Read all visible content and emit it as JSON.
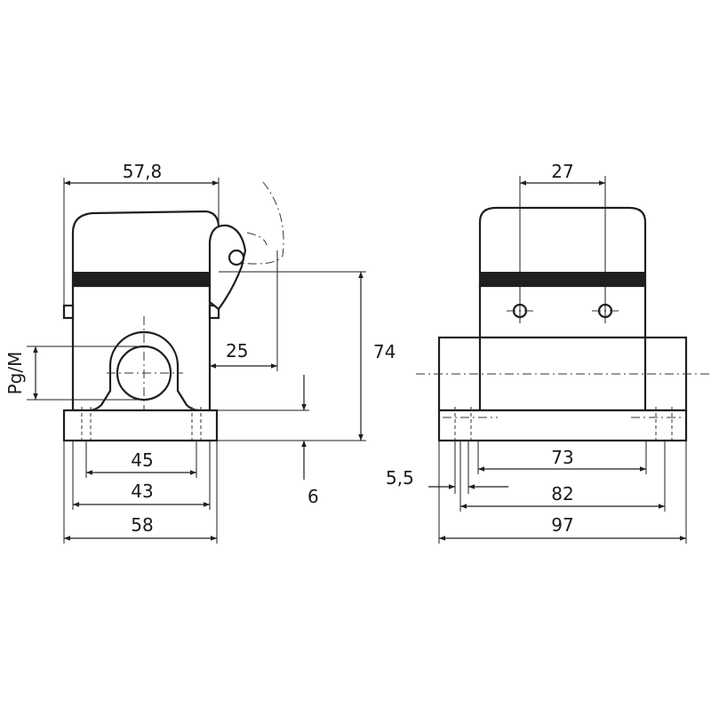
{
  "drawing": {
    "side_view": {
      "dims": {
        "width_top": "57,8",
        "height": "74",
        "offset": "25",
        "thread": "Pg/M",
        "base_thickness": "6",
        "hole_spacing": "45",
        "inner_width": "43",
        "base_width": "58"
      }
    },
    "front_view": {
      "dims": {
        "top_spacing": "27",
        "hole_spacing": "73",
        "edge_offset": "5,5",
        "inner_width": "82",
        "base_width": "97"
      }
    }
  }
}
